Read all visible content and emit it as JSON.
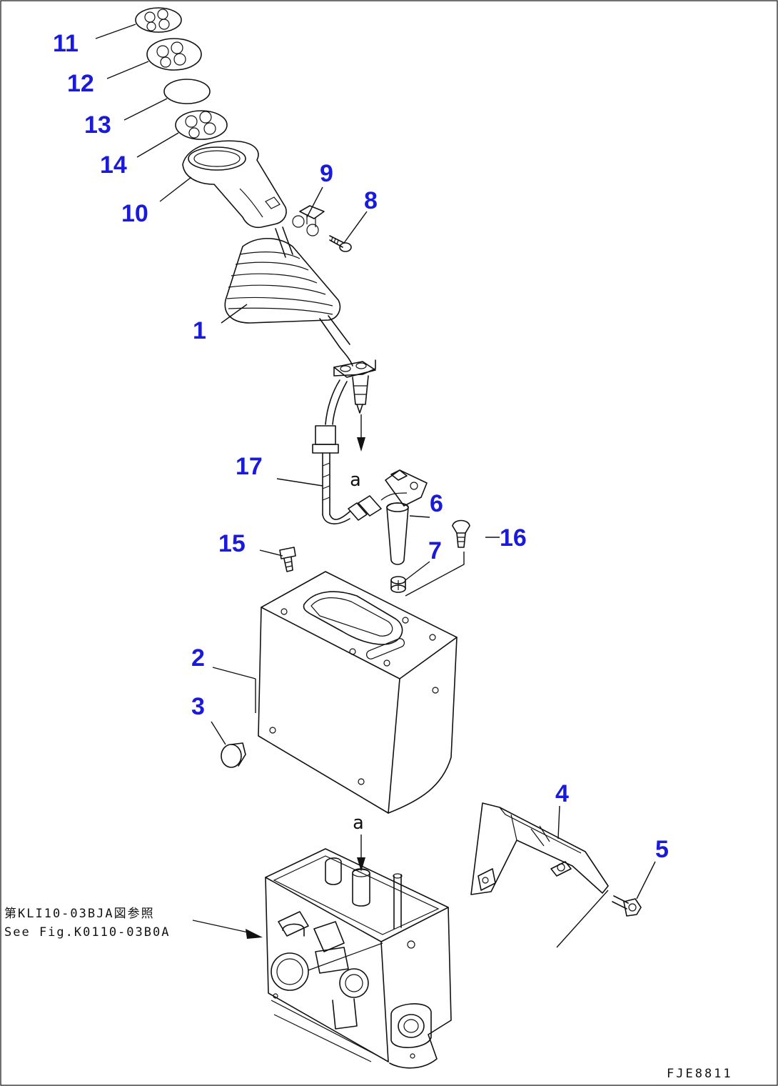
{
  "callouts": [
    {
      "id": "1",
      "label": "1"
    },
    {
      "id": "2",
      "label": "2"
    },
    {
      "id": "3",
      "label": "3"
    },
    {
      "id": "4",
      "label": "4"
    },
    {
      "id": "5",
      "label": "5"
    },
    {
      "id": "6",
      "label": "6"
    },
    {
      "id": "7",
      "label": "7"
    },
    {
      "id": "8",
      "label": "8"
    },
    {
      "id": "9",
      "label": "9"
    },
    {
      "id": "10",
      "label": "10"
    },
    {
      "id": "11",
      "label": "11"
    },
    {
      "id": "12",
      "label": "12"
    },
    {
      "id": "13",
      "label": "13"
    },
    {
      "id": "14",
      "label": "14"
    },
    {
      "id": "15",
      "label": "15"
    },
    {
      "id": "16",
      "label": "16"
    },
    {
      "id": "17",
      "label": "17"
    }
  ],
  "markers": {
    "upper_a": "a",
    "lower_a": "a"
  },
  "reference": {
    "line_jp": "第KLI10-03BJA図参照",
    "line_en": "See Fig.K0110-03B0A"
  },
  "figure_code": "FJE8811"
}
